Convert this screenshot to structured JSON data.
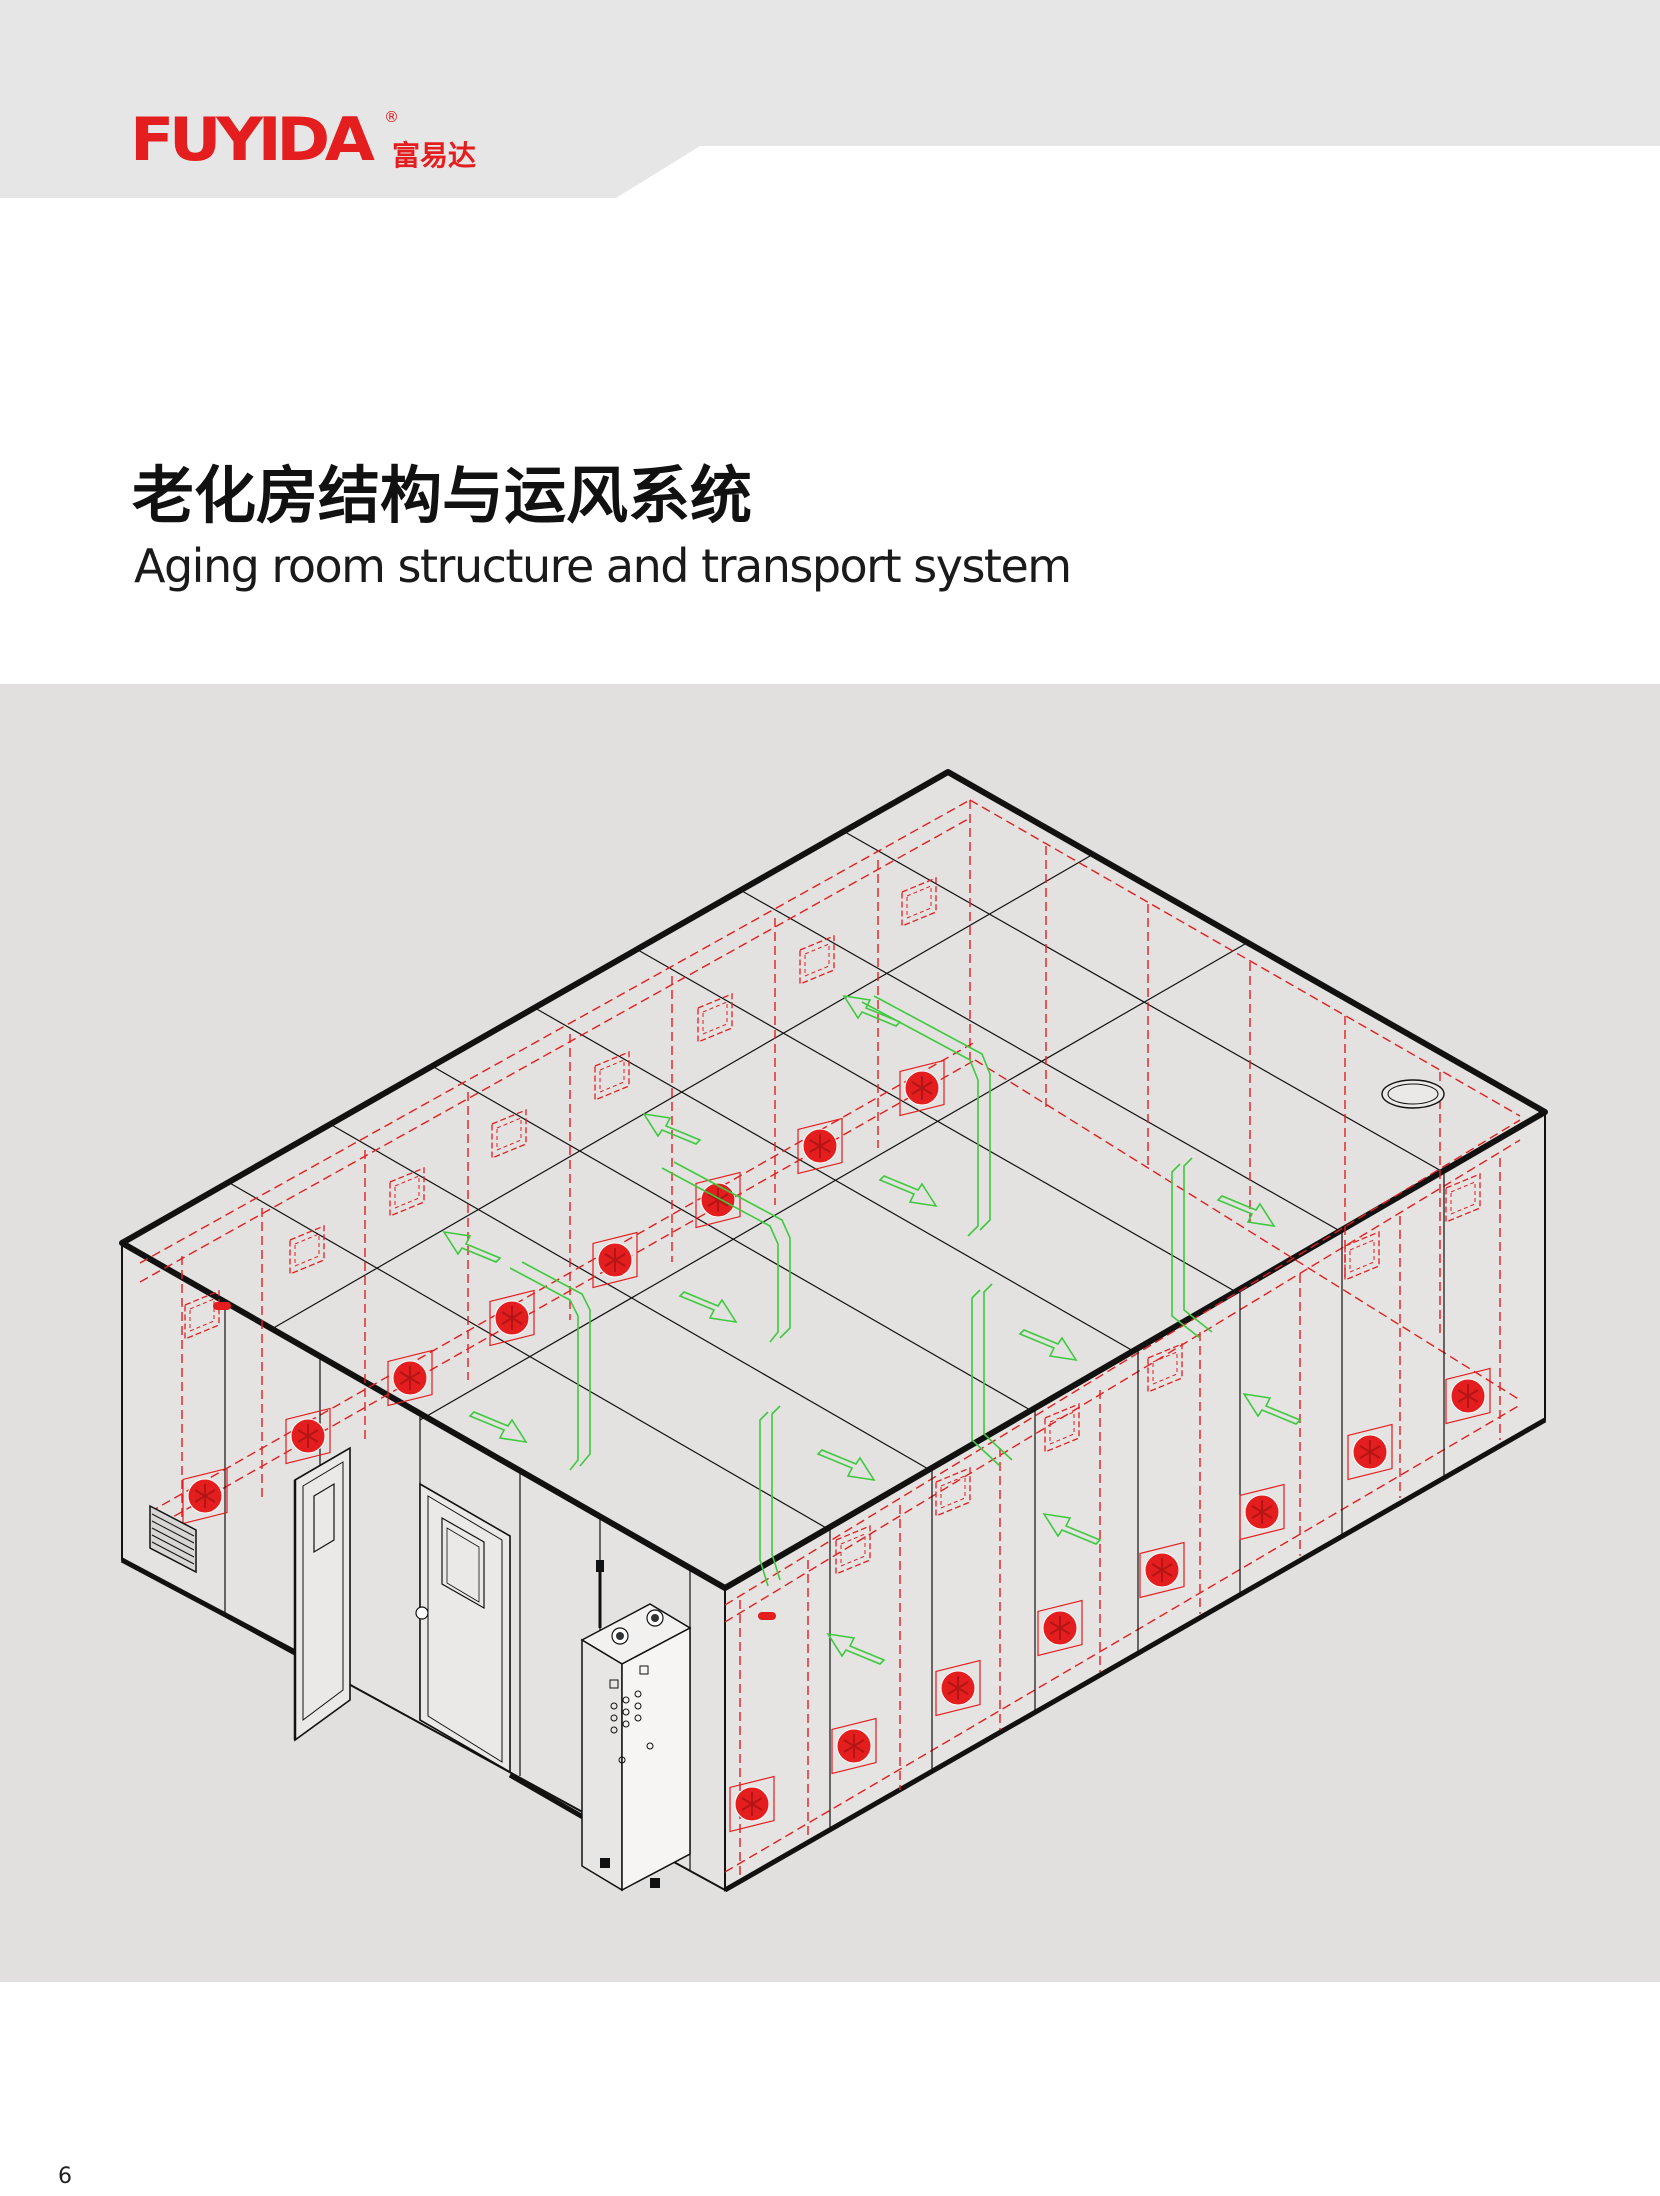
{
  "header": {
    "brand_logo": "FUYIDA",
    "brand_registered": "®",
    "brand_name_cn": "富易达",
    "band_color": "#e6e6e6",
    "brand_color": "#e41d1e"
  },
  "title": {
    "chinese": "老化房结构与运风系统",
    "english": "Aging room structure and transport system"
  },
  "diagram": {
    "background": "#e2e0df",
    "fan_color": "#e41d1e",
    "airflow_color": "#3ec93e",
    "hidden_line_color": "#e41d1e",
    "outline_color": "#111111",
    "components": [
      "aging-room-enclosure",
      "circulation-fans",
      "airflow-arrows",
      "swing-door",
      "access-door",
      "control-cabinet",
      "intake-vent",
      "roof-vent"
    ]
  },
  "footer": {
    "page_number": "6"
  }
}
